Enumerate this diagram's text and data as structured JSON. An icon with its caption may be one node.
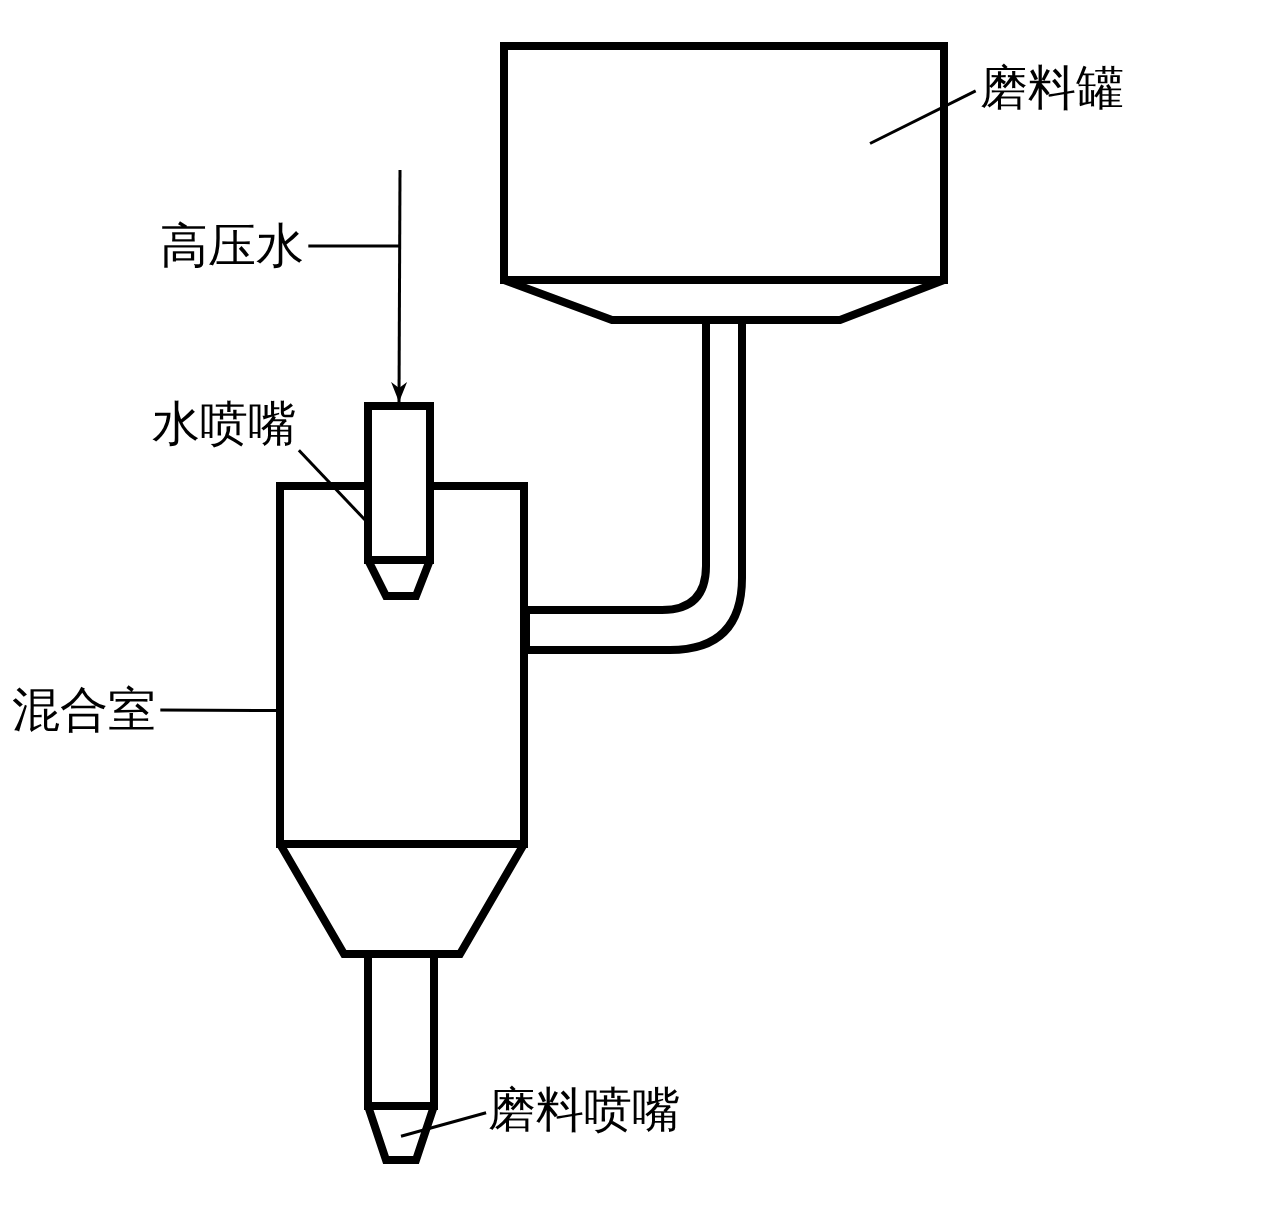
{
  "diagram": {
    "nodes": [
      {
        "text": [
          "磨料罐"
        ]
      },
      {
        "text": [],
        "shape": "box"
      },
      {
        "text": [
          "高压水"
        ]
      },
      {
        "text": [],
        "shape": "box"
      },
      {
        "text": [
          "水喷嘴"
        ]
      },
      {
        "text": [],
        "shape": "box"
      },
      {
        "text": [
          "混合室"
        ]
      },
      {
        "text": [],
        "shape": "box"
      },
      {
        "text": [
          "磨料喷嘴"
        ]
      }
    ],
    "edges": [
      {
        "from": 0,
        "to": 1,
        "arrow": "none"
      },
      {
        "from": 2,
        "to": null,
        "arrow": "none"
      },
      {
        "from": null,
        "to": 3,
        "arrow": "to"
      },
      {
        "from": 4,
        "to": 3,
        "arrow": "none"
      },
      {
        "from": 6,
        "to": 5,
        "arrow": "none"
      },
      {
        "from": 8,
        "to": 7,
        "arrow": "none"
      },
      {
        "from": 1,
        "to": 5,
        "arrow": "none",
        "style": "thick"
      }
    ]
  }
}
